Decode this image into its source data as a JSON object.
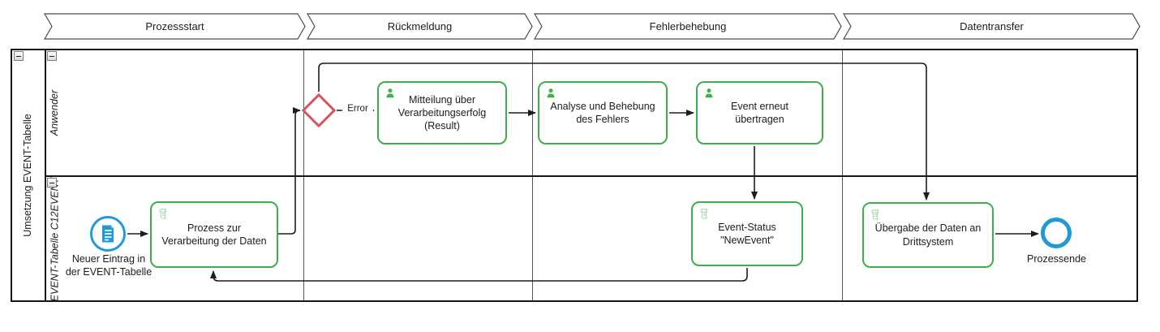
{
  "phases": [
    {
      "label": "Prozessstart"
    },
    {
      "label": "Rückmeldung"
    },
    {
      "label": "Fehlerbehebung"
    },
    {
      "label": "Datentransfer"
    }
  ],
  "pool": {
    "label": "Umsetzung EVENT-Tabelle",
    "lanes": [
      {
        "label": "Anwender"
      },
      {
        "label": "EVENT-Tabelle C12EVENT"
      }
    ]
  },
  "elements": {
    "start_event": {
      "label": "Neuer Eintrag in\nder EVENT-Tabelle",
      "type": "start-event"
    },
    "task_process": {
      "label": "Prozess zur\nVerarbeitung der Daten",
      "type": "script-task"
    },
    "task_mitteilung": {
      "label": "Mitteilung über\nVerarbeitungserfolg\n(Result)",
      "type": "user-task"
    },
    "task_analyse": {
      "label": "Analyse und Behebung\ndes Fehlers",
      "type": "user-task"
    },
    "task_event_erneut": {
      "label": "Event erneut\nübertragen",
      "type": "user-task"
    },
    "task_event_status": {
      "label": "Event-Status\n\"NewEvent\"",
      "type": "script-task"
    },
    "task_uebergabe": {
      "label": "Übergabe der Daten an\nDrittsystem",
      "type": "script-task"
    },
    "end_event": {
      "label": "Prozessende",
      "type": "end-event"
    }
  },
  "flows": {
    "error_label": "Error"
  },
  "colors": {
    "task_border_green": "#3fae4c",
    "event_blue": "#1e9ad7",
    "gateway_red": "#d6555f",
    "line_black": "#1d1d1d"
  }
}
